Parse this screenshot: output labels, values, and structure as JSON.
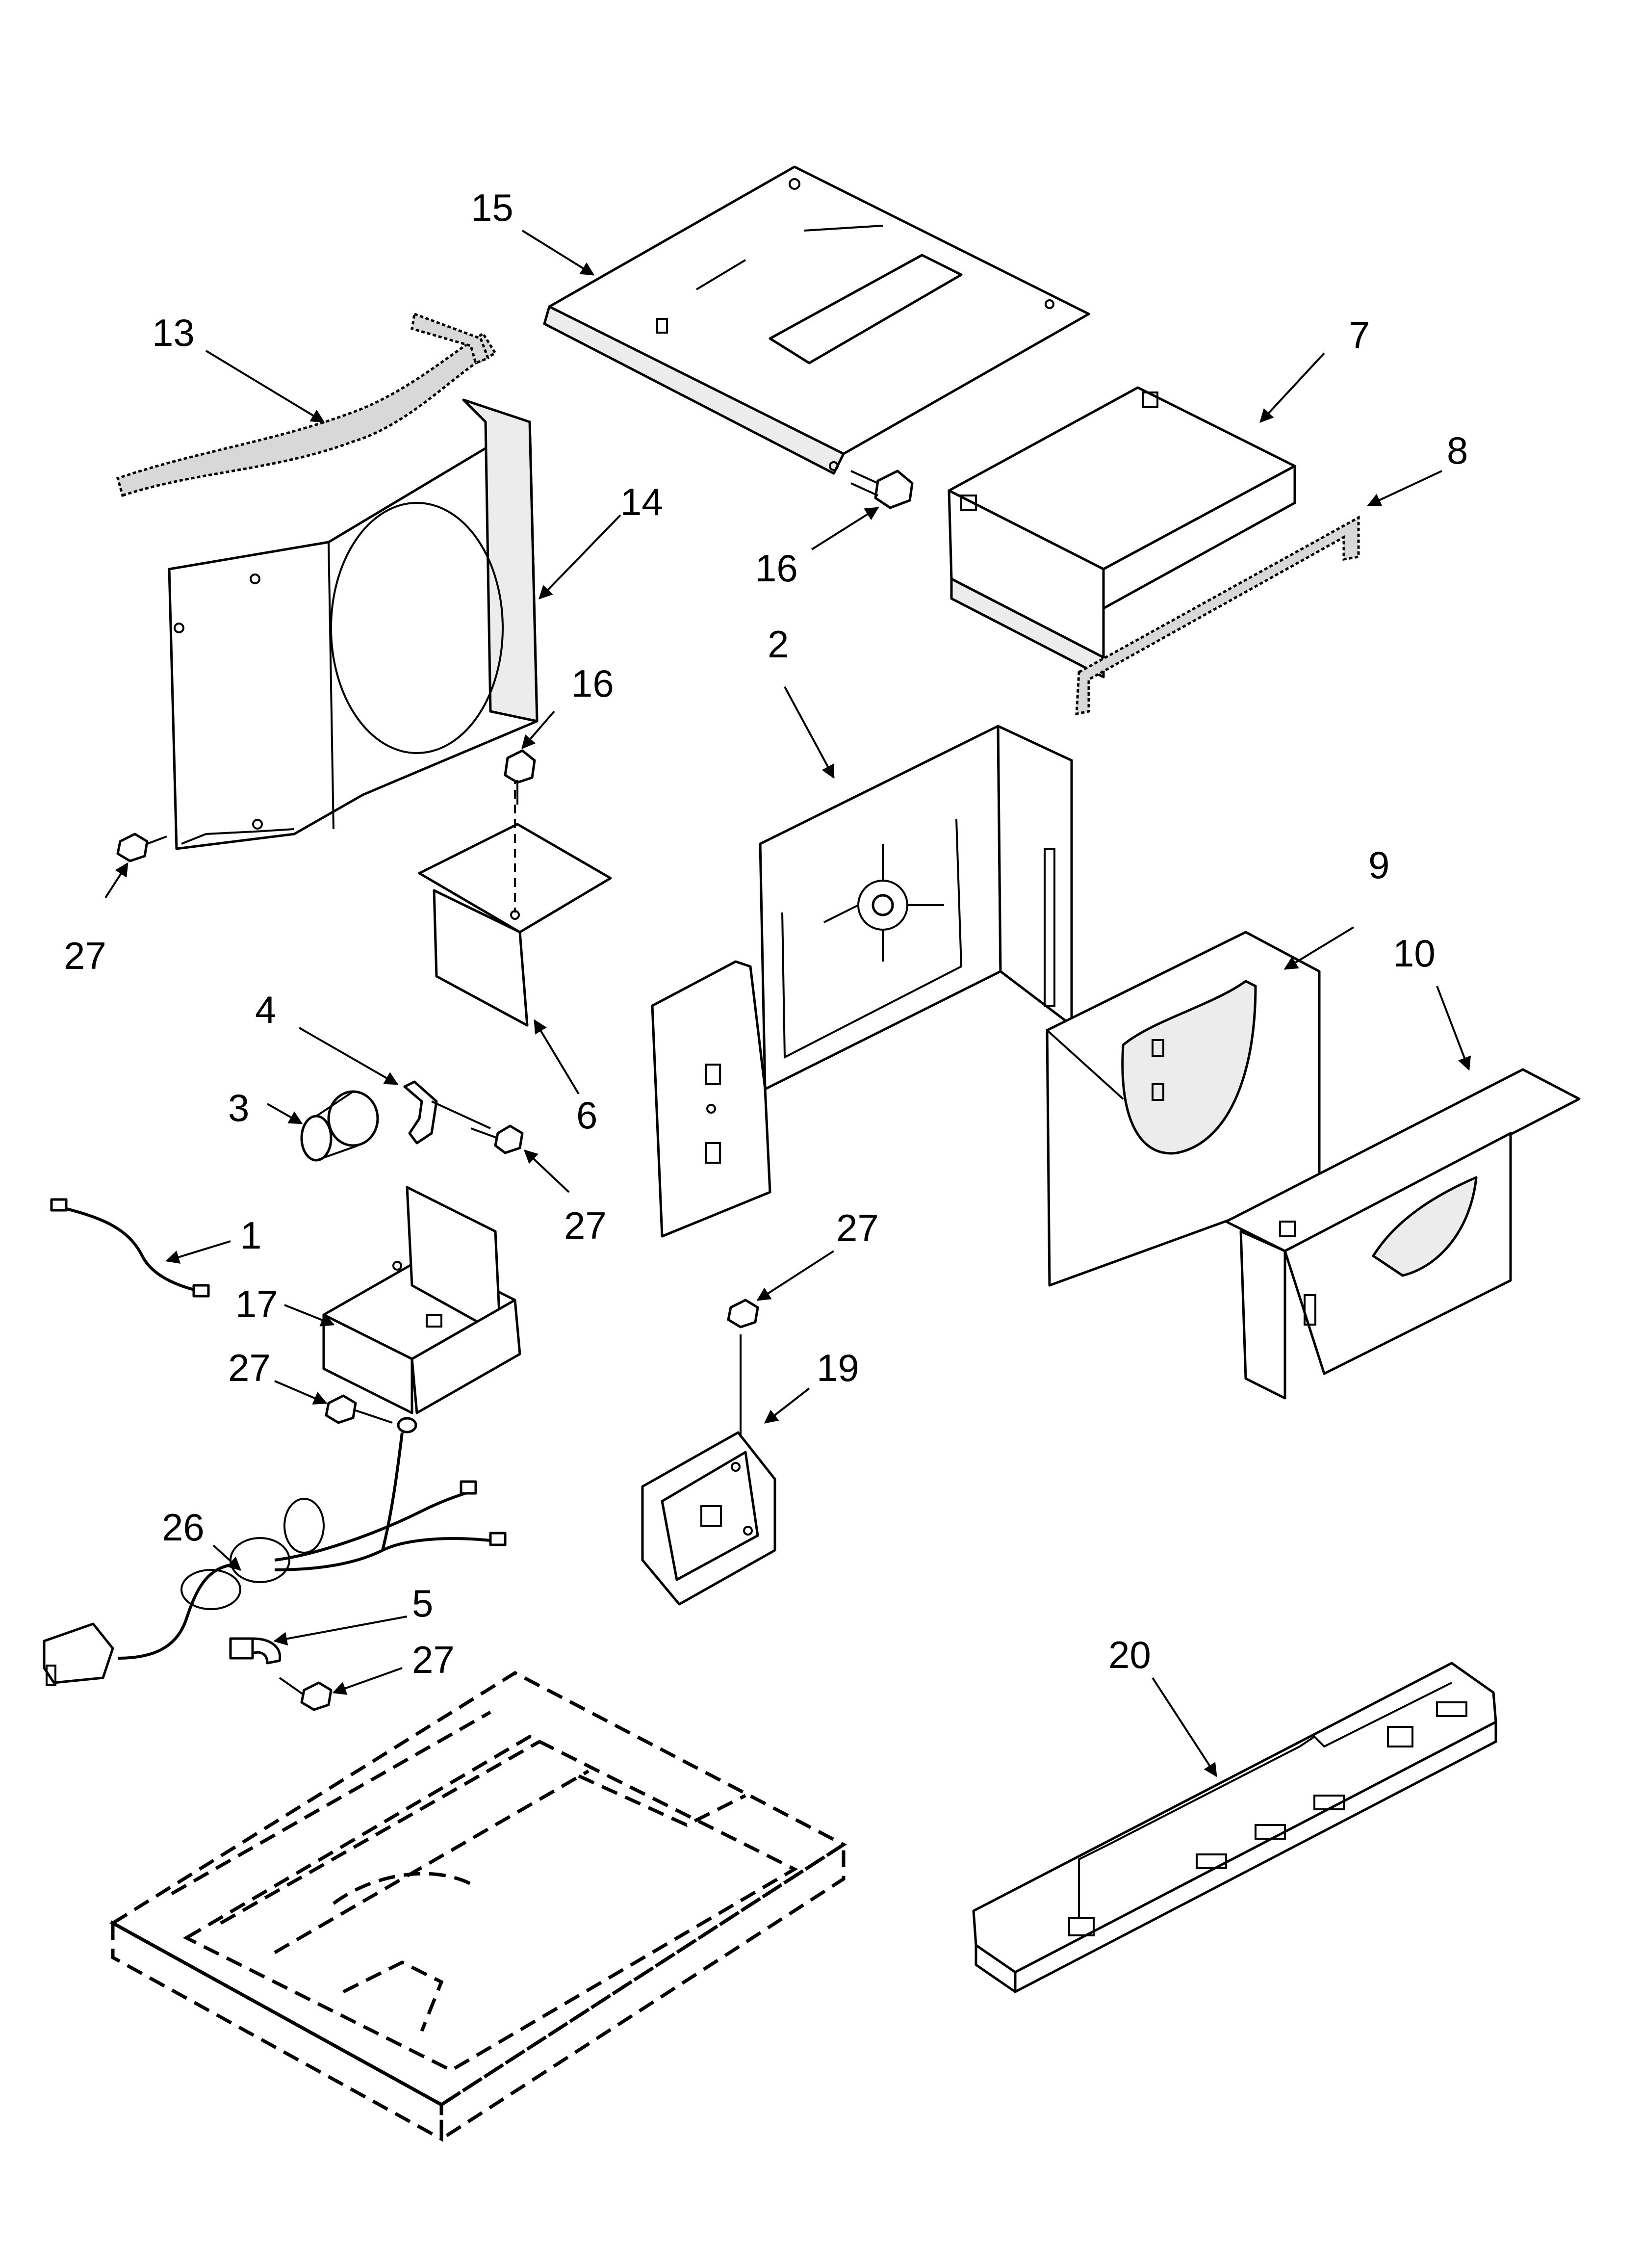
{
  "callouts": {
    "c1": "1",
    "c2": "2",
    "c3": "3",
    "c4": "4",
    "c5": "5",
    "c6": "6",
    "c7": "7",
    "c8": "8",
    "c9": "9",
    "c10": "10",
    "c13": "13",
    "c14": "14",
    "c15": "15",
    "c16a": "16",
    "c16b": "16",
    "c17": "17",
    "c19": "19",
    "c20": "20",
    "c26": "26",
    "c27a": "27",
    "c27b": "27",
    "c27c": "27",
    "c27d": "27",
    "c27e": "27"
  },
  "colors": {
    "line": "#000000",
    "background": "#ffffff"
  }
}
